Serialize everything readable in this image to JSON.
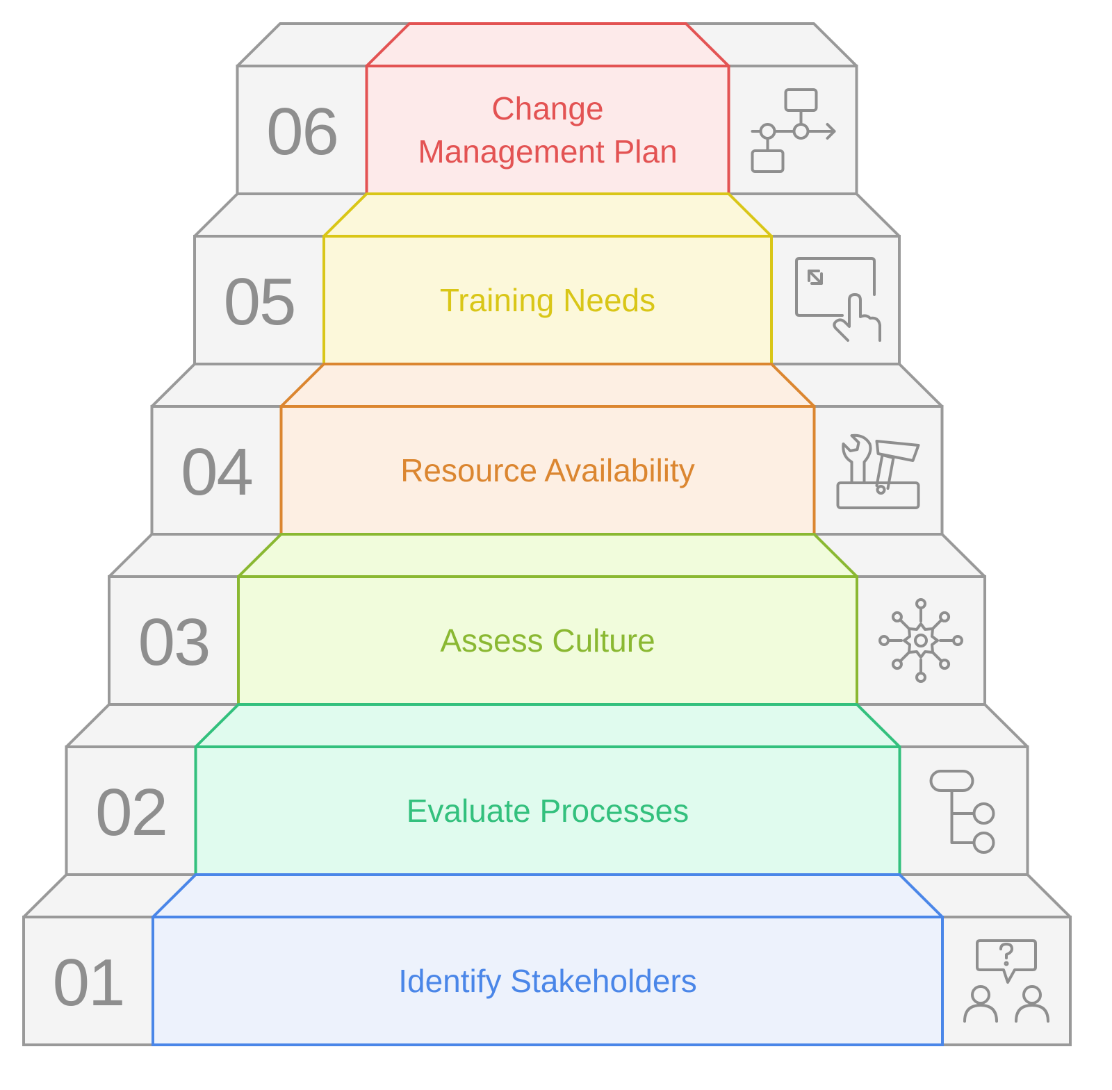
{
  "steps": [
    {
      "number": "01",
      "label": "Identify Stakeholders",
      "color": "#4a86e8",
      "fill": "#edf2fc",
      "icon": "stakeholders-question-icon"
    },
    {
      "number": "02",
      "label": "Evaluate Processes",
      "color": "#33c07d",
      "fill": "#e0fbee",
      "icon": "process-flow-icon"
    },
    {
      "number": "03",
      "label": "Assess Culture",
      "color": "#8ab832",
      "fill": "#f1fcdc",
      "icon": "network-gear-icon"
    },
    {
      "number": "04",
      "label": "Resource Availability",
      "color": "#db8630",
      "fill": "#fdefe3",
      "icon": "toolbox-icon"
    },
    {
      "number": "05",
      "label": "Training Needs",
      "color": "#d9c617",
      "fill": "#fcf8da",
      "icon": "touch-screen-icon"
    },
    {
      "number": "06",
      "label": "Change\nManagement Plan",
      "color": "#e35353",
      "fill": "#fdeaea",
      "icon": "workflow-diagram-icon"
    }
  ],
  "colors": {
    "gray_fill": "#f4f4f4",
    "gray_stroke": "#999999",
    "icon_stroke": "#8e8e8e"
  }
}
